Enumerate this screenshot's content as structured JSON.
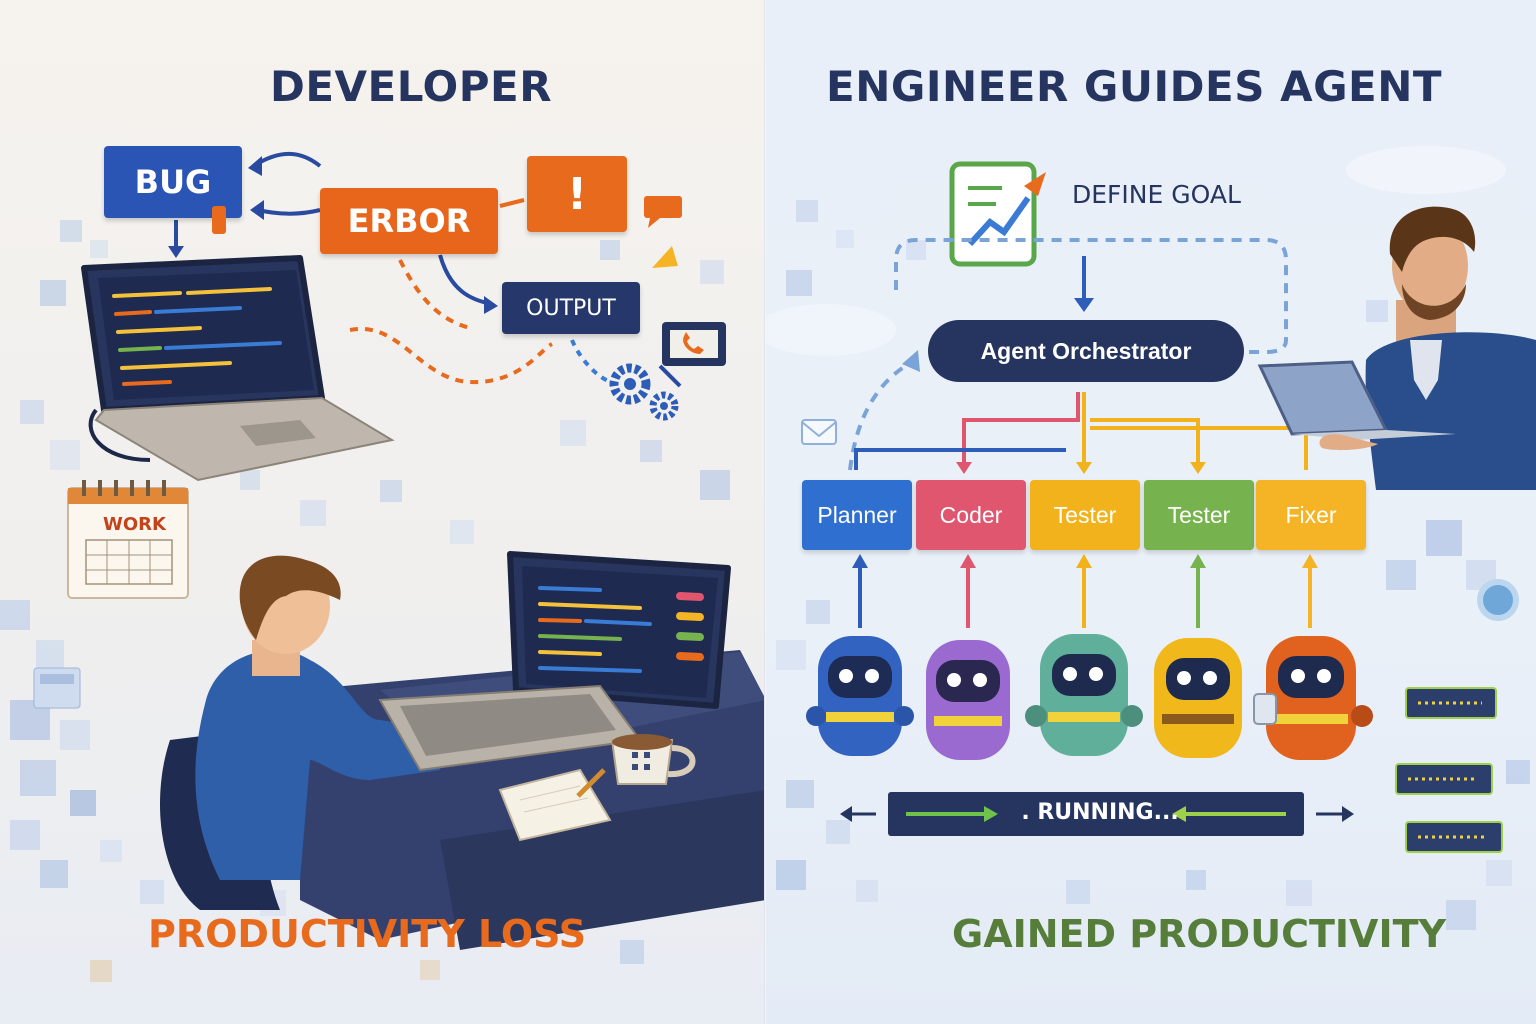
{
  "left_panel": {
    "heading": "DEVELOPER",
    "tags": {
      "bug": "BUG",
      "error": "ERBOR",
      "output": "OUTPUT",
      "alert": "!"
    },
    "calendar_label": "WORK",
    "footer": "PRODUCTIVITY LOSS"
  },
  "right_panel": {
    "heading": "ENGINEER GUIDES AGENT",
    "goal_label": "DEFINE GOAL",
    "orchestrator_label": "Agent Orchestrator",
    "agents": [
      {
        "label": "Planner",
        "color": "#2f6fcf"
      },
      {
        "label": "Coder",
        "color": "#e0566e"
      },
      {
        "label": "Tester",
        "color": "#f2b21b"
      },
      {
        "label": "Tester",
        "color": "#76b24e"
      },
      {
        "label": "Fixer",
        "color": "#f4b426"
      }
    ],
    "status_label": ". RUNNING...",
    "footer": "GAINED PRODUCTIVITY"
  },
  "colors": {
    "navy": "#26355f",
    "orange": "#e86a1c",
    "blue": "#2d55b8",
    "green": "#567d3a"
  },
  "icons": [
    "bug-icon",
    "alert-icon",
    "chat-bubble-icon",
    "phone-icon",
    "gears-icon",
    "calendar-icon",
    "laptop-icon",
    "coffee-mug-icon",
    "notebook-icon",
    "pen-icon",
    "document-chart-icon",
    "mail-icon",
    "robot-icon",
    "server-rack-icon"
  ]
}
